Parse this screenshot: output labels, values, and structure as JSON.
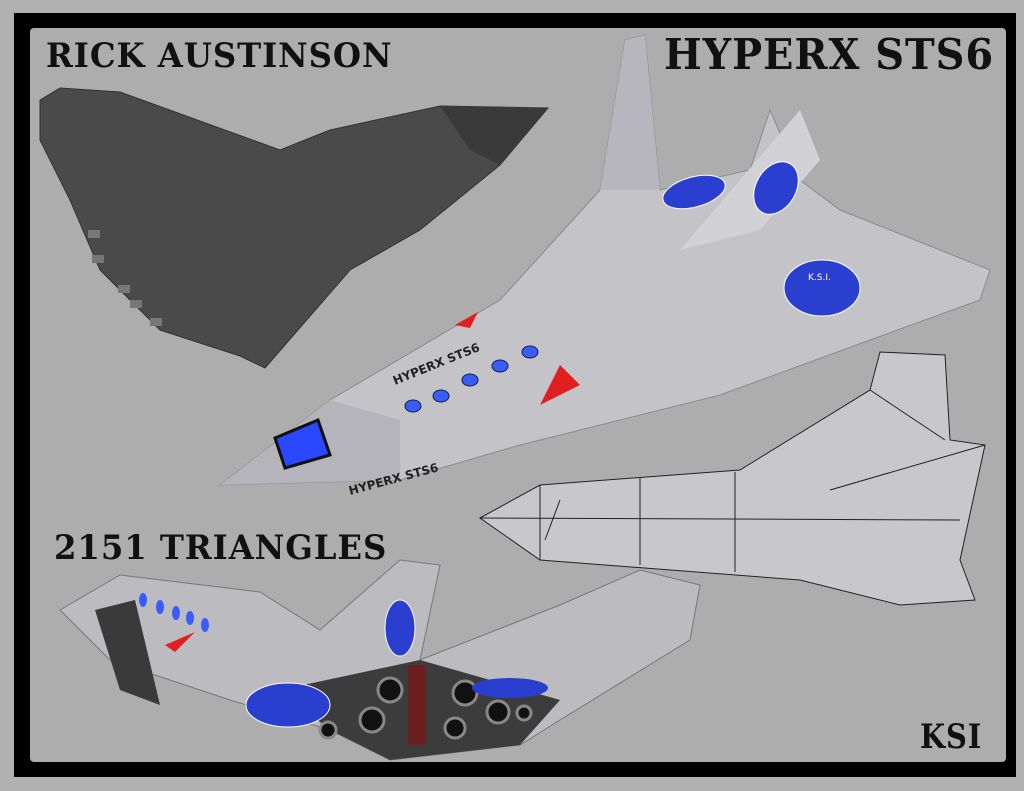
{
  "labels": {
    "author": "RICK AUSTINSON",
    "title": "HYPERX STS6",
    "triangles": "2151 TRIANGLES",
    "studio": "KSI"
  },
  "hull_markings": {
    "name": "HYPERX STS6",
    "badge": "K.S.I."
  },
  "colors": {
    "background": "#b1b1b1",
    "frame": "#000000",
    "hull": "#c4c4c8",
    "underside": "#4a4a4a",
    "badge_blue": "#2a3fd0",
    "window_blue": "#3a5cff",
    "accent_red": "#e02020"
  }
}
